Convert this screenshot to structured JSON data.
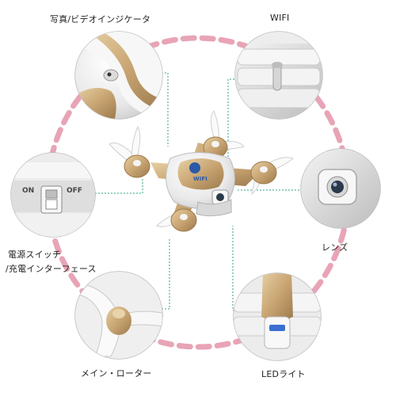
{
  "labels": {
    "photo_video": "写真/ビデオインジケータ",
    "wifi": "WIFI",
    "power_switch": "電源スイッチ",
    "charge_interface": "/充電インターフェース",
    "lens": "レンズ",
    "main_rotor": "メイン・ローター",
    "led_light": "LEDライト"
  },
  "switch": {
    "on": "ON",
    "off": "OFF"
  },
  "drone": {
    "logo": "WIFI"
  },
  "colors": {
    "dashed_ring": "#e8a4b6",
    "leader_line": "#2fa28a",
    "drone_gold": "#c9a573",
    "drone_white": "#f1f1f1",
    "badge_blue": "#2b5aa8"
  }
}
